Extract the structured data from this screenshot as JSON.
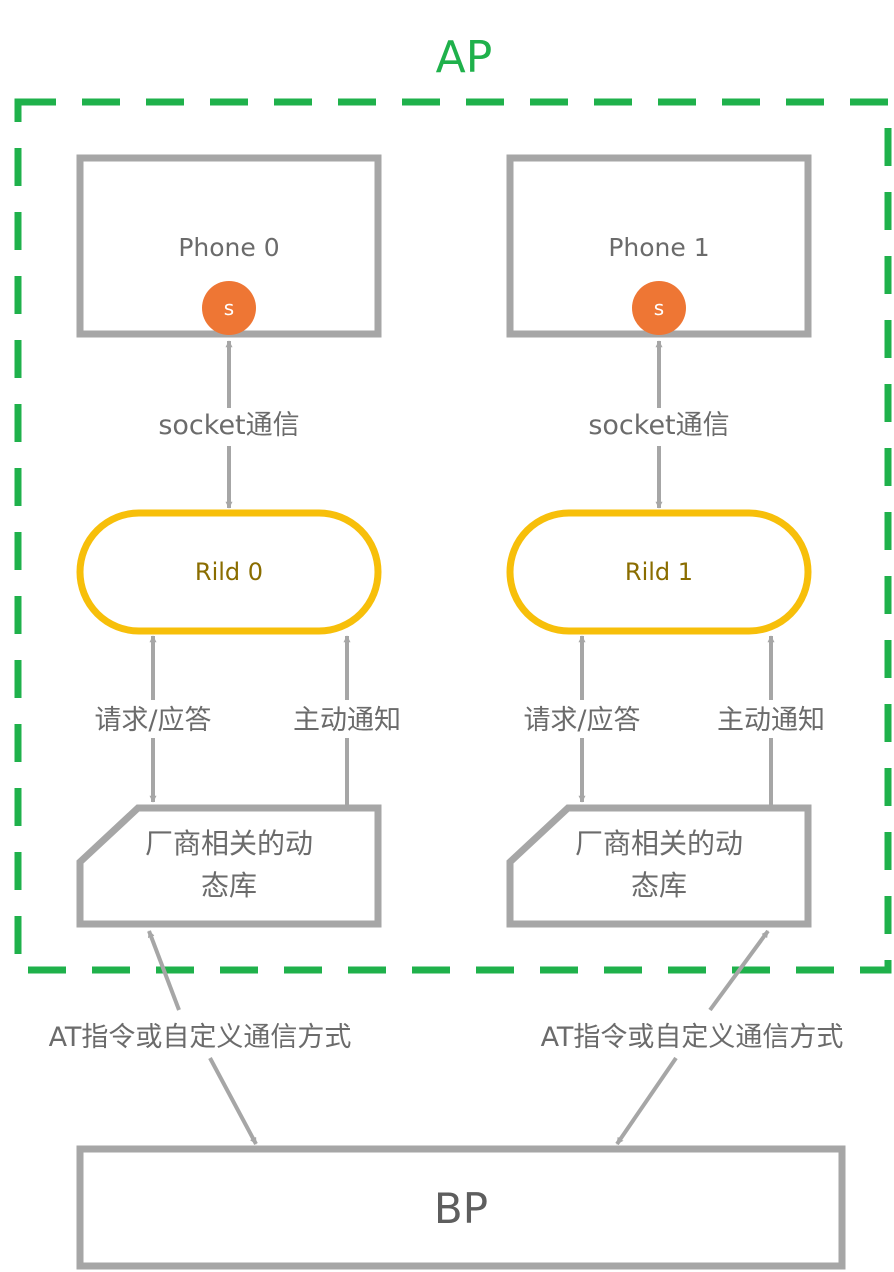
{
  "ap_label": "AP",
  "phones": [
    {
      "label": "Phone 0",
      "socket_badge": "s"
    },
    {
      "label": "Phone 1",
      "socket_badge": "s"
    }
  ],
  "socket_link_label": "socket通信",
  "rilds": [
    {
      "label": "Rild 0"
    },
    {
      "label": "Rild 1"
    }
  ],
  "request_response_label": "请求/应答",
  "notify_label": "主动通知",
  "vendor_lib": {
    "line1": "厂商相关的动",
    "line2": "态库"
  },
  "at_link_label": "AT指令或自定义通信方式",
  "bp_label": "BP",
  "colors": {
    "ap_border": "#1fb14b",
    "box_border": "#a6a6a6",
    "rild_border": "#f7bf0a",
    "badge": "#ee7634"
  }
}
